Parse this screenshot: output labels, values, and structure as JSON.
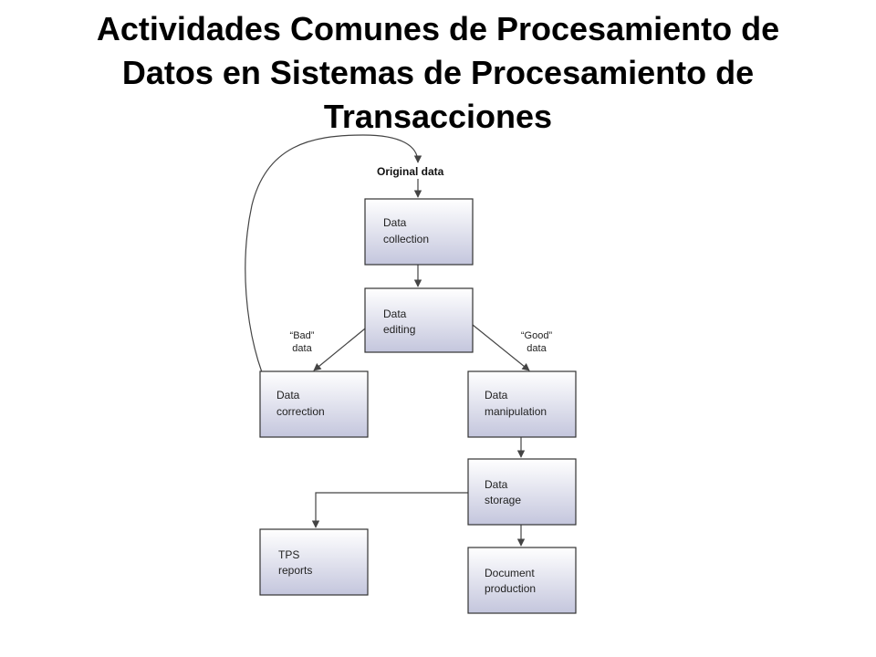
{
  "title": {
    "line1": "Actividades Comunes de Procesamiento de",
    "line2": "Datos en Sistemas de Procesamiento de",
    "line3": "Transacciones"
  },
  "diagram": {
    "start_label": "Original data",
    "nodes": {
      "collection": {
        "line1": "Data",
        "line2": "collection"
      },
      "editing": {
        "line1": "Data",
        "line2": "editing"
      },
      "correction": {
        "line1": "Data",
        "line2": "correction"
      },
      "manipulation": {
        "line1": "Data",
        "line2": "manipulation"
      },
      "storage": {
        "line1": "Data",
        "line2": "storage"
      },
      "tps_reports": {
        "line1": "TPS",
        "line2": "reports"
      },
      "document": {
        "line1": "Document",
        "line2": "production"
      }
    },
    "edge_labels": {
      "bad": {
        "line1": "“Bad”",
        "line2": "data"
      },
      "good": {
        "line1": "“Good”",
        "line2": "data"
      }
    },
    "colors": {
      "box_fill_top": "#ffffff",
      "box_fill_bottom": "#c4c6dd",
      "box_stroke": "#333333",
      "line": "#444444"
    }
  }
}
